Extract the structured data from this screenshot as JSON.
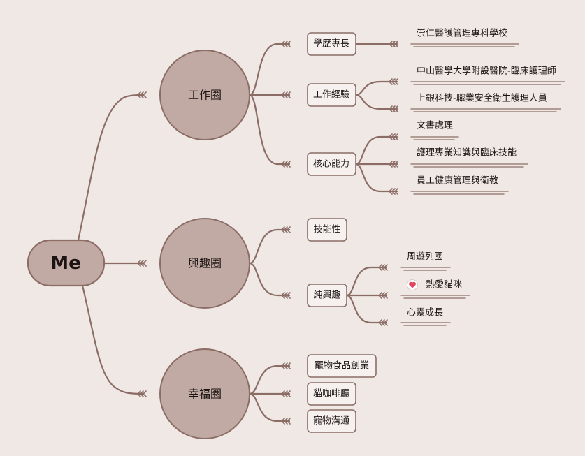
{
  "root": {
    "label": "Me"
  },
  "colors": {
    "background": "#efe8e5",
    "node_fill": "#c1aaa3",
    "line": "#8b6d66",
    "box_fill": "#f6f1ef",
    "heart": "#e0475f"
  },
  "branches": [
    {
      "label": "工作圈",
      "children": [
        {
          "label": "學歷專長",
          "leaves": [
            "崇仁醫護管理專科學校"
          ]
        },
        {
          "label": "工作經驗",
          "leaves": [
            "中山醫學大學附設醫院-臨床護理師",
            "上銀科技-職業安全衛生護理人員"
          ]
        },
        {
          "label": "核心能力",
          "leaves": [
            "文書處理",
            "護理專業知識與臨床技能",
            "員工健康管理與衛教"
          ]
        }
      ]
    },
    {
      "label": "興趣圈",
      "children": [
        {
          "label": "技能性",
          "leaves": []
        },
        {
          "label": "純興趣",
          "leaves": [
            "周遊列國",
            "熱愛貓咪",
            "心靈成長"
          ],
          "leaf_icons": [
            "",
            "heart-icon",
            ""
          ]
        }
      ]
    },
    {
      "label": "幸福圈",
      "children": [
        {
          "label": "寵物食品創業",
          "leaves": []
        },
        {
          "label": "貓咖啡廳",
          "leaves": []
        },
        {
          "label": "寵物溝通",
          "leaves": []
        }
      ]
    }
  ]
}
